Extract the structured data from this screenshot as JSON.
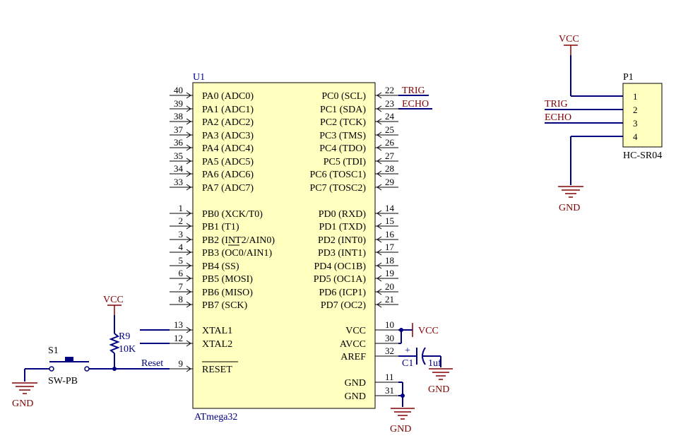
{
  "u1": {
    "designator": "U1",
    "part": "ATmega32",
    "left_pins": [
      {
        "num": "40",
        "label": "PA0 (ADC0)"
      },
      {
        "num": "39",
        "label": "PA1 (ADC1)"
      },
      {
        "num": "38",
        "label": "PA2 (ADC2)"
      },
      {
        "num": "37",
        "label": "PA3 (ADC3)"
      },
      {
        "num": "36",
        "label": "PA4 (ADC4)"
      },
      {
        "num": "35",
        "label": "PA5 (ADC5)"
      },
      {
        "num": "34",
        "label": "PA6 (ADC6)"
      },
      {
        "num": "33",
        "label": "PA7 (ADC7)"
      },
      {
        "num": "1",
        "label": "PB0 (XCK/T0)"
      },
      {
        "num": "2",
        "label": "PB1 (T1)"
      },
      {
        "num": "3",
        "label": "PB2 (INT2/AIN0)"
      },
      {
        "num": "4",
        "label": "PB3 (OC0/AIN1)"
      },
      {
        "num": "5",
        "label": "PB4 (SS)"
      },
      {
        "num": "6",
        "label": "PB5 (MOSI)"
      },
      {
        "num": "7",
        "label": "PB6 (MISO)"
      },
      {
        "num": "8",
        "label": "PB7 (SCK)"
      },
      {
        "num": "13",
        "label": "XTAL1"
      },
      {
        "num": "12",
        "label": "XTAL2"
      },
      {
        "num": "9",
        "label": "RESET"
      }
    ],
    "right_pins": [
      {
        "num": "22",
        "label": "PC0 (SCL)"
      },
      {
        "num": "23",
        "label": "PC1 (SDA)"
      },
      {
        "num": "24",
        "label": "PC2 (TCK)"
      },
      {
        "num": "25",
        "label": "PC3 (TMS)"
      },
      {
        "num": "26",
        "label": "PC4 (TDO)"
      },
      {
        "num": "27",
        "label": "PC5 (TDI)"
      },
      {
        "num": "28",
        "label": "PC6 (TOSC1)"
      },
      {
        "num": "29",
        "label": "PC7 (TOSC2)"
      },
      {
        "num": "14",
        "label": "PD0 (RXD)"
      },
      {
        "num": "15",
        "label": "PD1 (TXD)"
      },
      {
        "num": "16",
        "label": "PD2 (INT0)"
      },
      {
        "num": "17",
        "label": "PD3 (INT1)"
      },
      {
        "num": "18",
        "label": "PD4 (OC1B)"
      },
      {
        "num": "19",
        "label": "PD5 (OC1A)"
      },
      {
        "num": "20",
        "label": "PD6 (ICP1)"
      },
      {
        "num": "21",
        "label": "PD7 (OC2)"
      },
      {
        "num": "10",
        "label": "VCC"
      },
      {
        "num": "30",
        "label": "AVCC"
      },
      {
        "num": "32",
        "label": "AREF"
      },
      {
        "num": "11",
        "label": "GND"
      },
      {
        "num": "31",
        "label": "GND"
      }
    ]
  },
  "nets": {
    "trig": "TRIG",
    "echo": "ECHO",
    "reset": "Reset"
  },
  "power": {
    "vcc": "VCC",
    "gnd": "GND"
  },
  "r9": {
    "designator": "R9",
    "value": "10K"
  },
  "s1": {
    "designator": "S1",
    "value": "SW-PB"
  },
  "c1": {
    "designator": "C1",
    "value": "1uf",
    "polarity": "+"
  },
  "p1": {
    "designator": "P1",
    "part": "HC-SR04",
    "pins": [
      "1",
      "2",
      "3",
      "4"
    ]
  },
  "colors": {
    "body_fill": "#ffffc0",
    "wire": "#000080",
    "power": "#800000",
    "outline": "#000000"
  }
}
